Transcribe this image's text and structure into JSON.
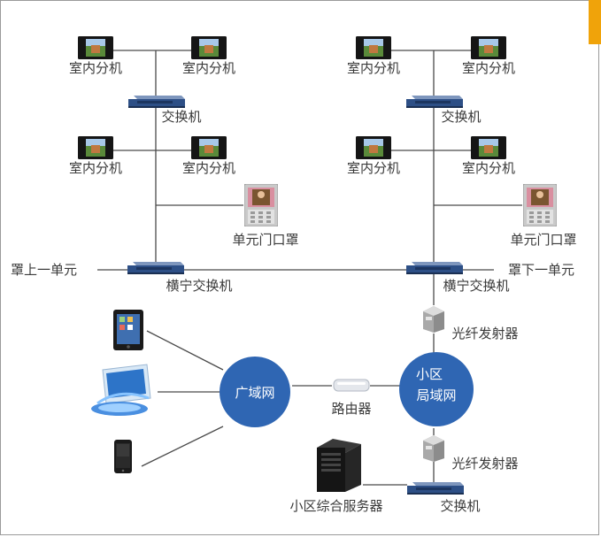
{
  "labels": {
    "indoor_unit": "室内分机",
    "switch": "交换机",
    "door_station": "单元门口罩",
    "core_switch": "横宁交换机",
    "prev_unit": "罩上一单元",
    "next_unit": "罩下一单元",
    "fiber_tx": "光纤发射器",
    "wan": "广域网",
    "lan_line1": "小区",
    "lan_line2": "局域网",
    "router": "路由器",
    "server": "小区综合服务器"
  },
  "colors": {
    "accent": "#f0a30a",
    "network_circle": "#2f66b3",
    "switch_body": "#2d4f86",
    "line": "#4a4a4a"
  },
  "icons": {
    "indoor_unit": "indoor-monitor-icon",
    "switch": "network-switch-icon",
    "door_station": "door-intercom-icon",
    "fiber_tx": "fiber-transceiver-icon",
    "router": "router-icon",
    "server": "server-tower-icon",
    "tablet": "tablet-icon",
    "desktop": "desktop-monitor-icon",
    "phone": "smartphone-icon"
  }
}
